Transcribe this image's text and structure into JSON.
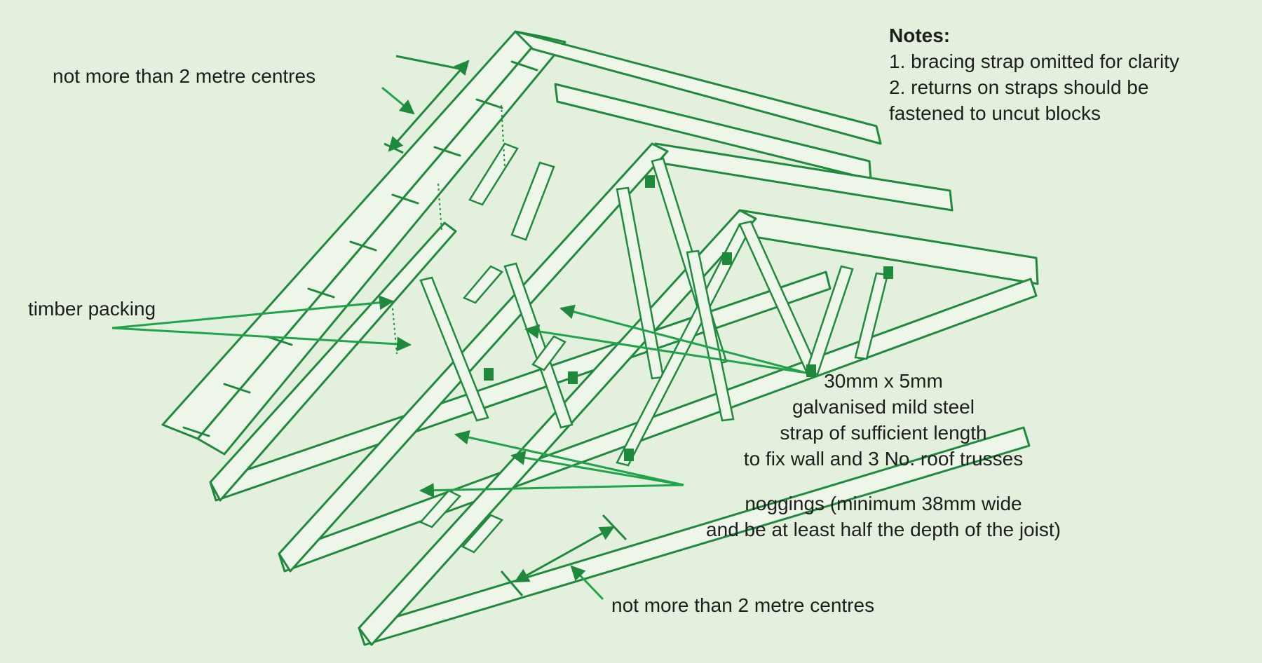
{
  "background_color": "#e3f0de",
  "line_color": "#1f8a3c",
  "leader_color": "#21a34a",
  "labels": {
    "centres_top": "not more than 2 metre centres",
    "timber_packing": "timber packing",
    "strap_line1": "30mm x 5mm",
    "strap_line2": "galvanised mild steel",
    "strap_line3": "strap of sufficient length",
    "strap_line4": "to fix wall and 3 No. roof trusses",
    "noggings_line1": "noggings (minimum 38mm wide",
    "noggings_line2": "and be at least half the depth of the joist)",
    "centres_bottom": "not more than 2 metre centres"
  },
  "notes": {
    "title": "Notes:",
    "items": [
      "1. bracing strap omitted for clarity",
      "2. returns on straps should be",
      "fastened to uncut blocks"
    ]
  }
}
